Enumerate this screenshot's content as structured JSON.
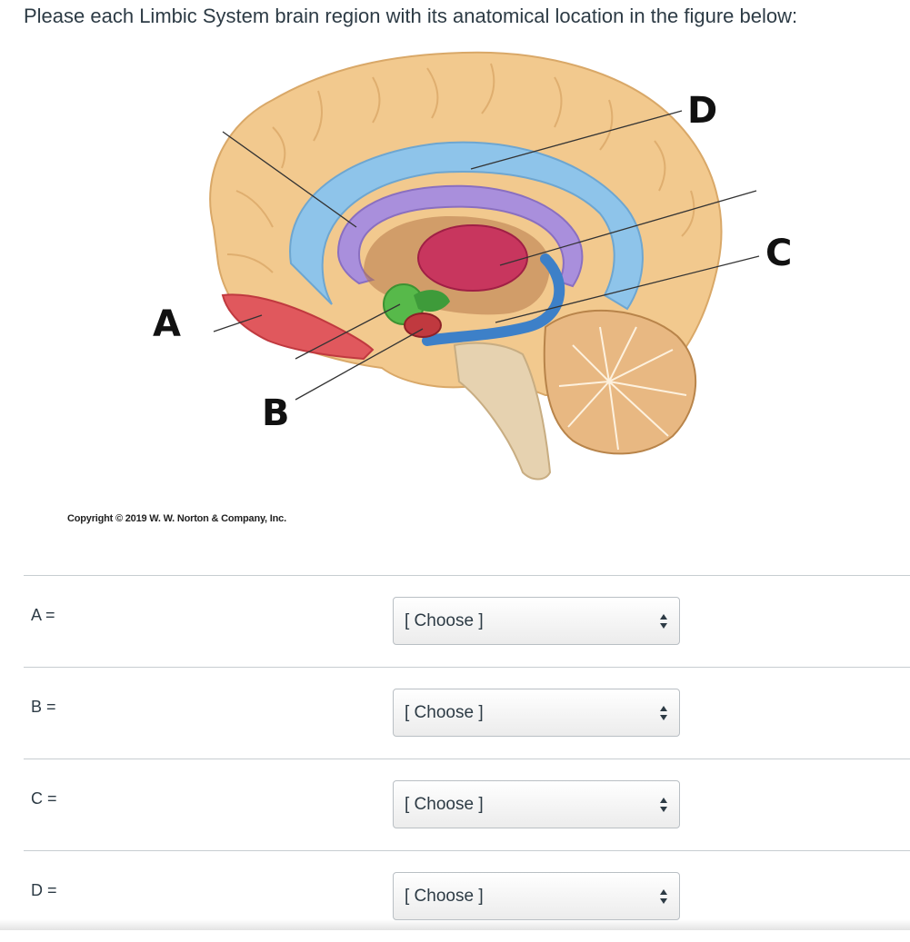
{
  "question": {
    "text": "Please each Limbic System brain region with its anatomical location in the figure below:"
  },
  "figure": {
    "labels": {
      "a": "A",
      "b": "B",
      "c": "C",
      "d": "D"
    },
    "copyright": "Copyright © 2019 W. W. Norton & Company, Inc."
  },
  "answers": [
    {
      "label": "A =",
      "selected": "[ Choose ]"
    },
    {
      "label": "B =",
      "selected": "[ Choose ]"
    },
    {
      "label": "C =",
      "selected": "[ Choose ]"
    },
    {
      "label": "D =",
      "selected": "[ Choose ]"
    }
  ],
  "colors": {
    "cortex": "#f2c98e",
    "cingulate": "#8ec4ea",
    "corpus_callosum": "#a98fdc",
    "thalamus": "#c8365e",
    "amygdala": "#57b94a",
    "hippocampus": "#3d80c8",
    "orbitofrontal": "#e0585d",
    "cerebellum": "#e8b882",
    "text": "#2d3b45"
  }
}
